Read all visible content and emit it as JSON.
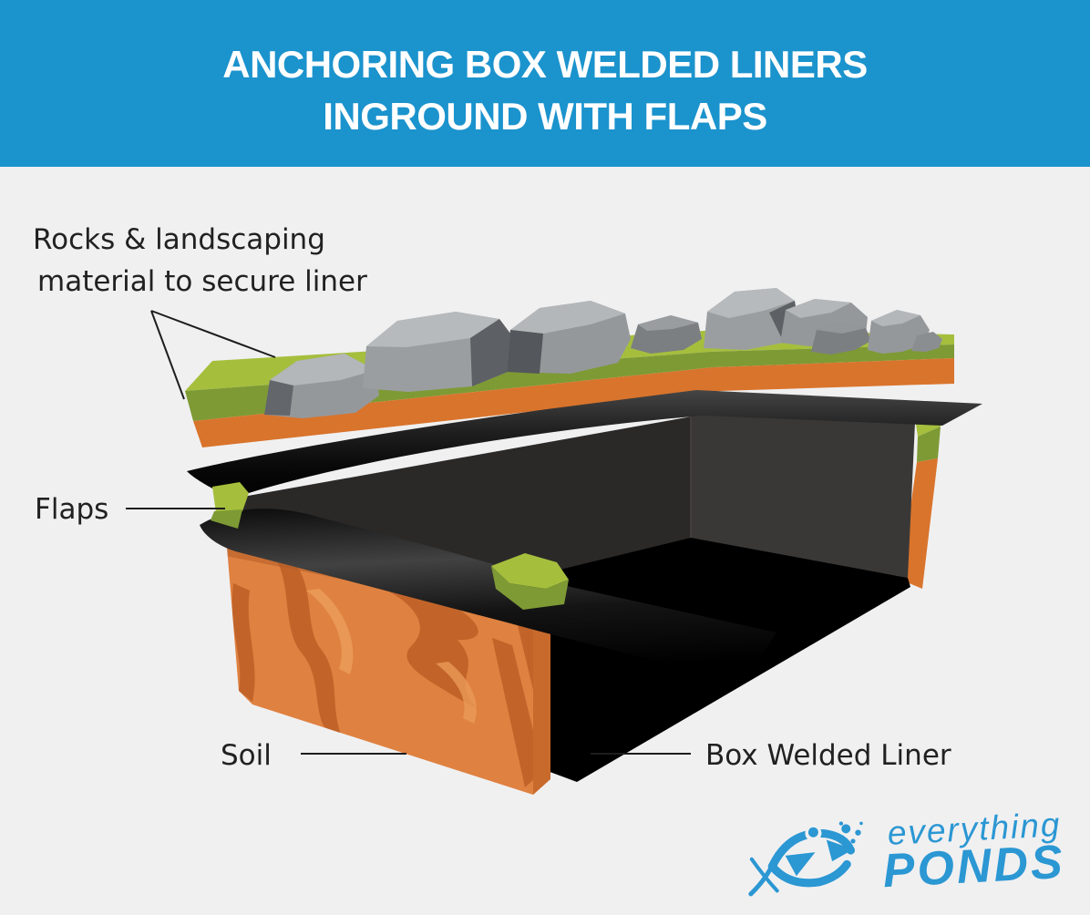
{
  "header": {
    "title_line1": "ANCHORING BOX WELDED LINERS",
    "title_line2": "INGROUND WITH FLAPS"
  },
  "labels": {
    "rocks_line1": "Rocks & landscaping",
    "rocks_line2": "material to secure liner",
    "flaps": "Flaps",
    "soil": "Soil",
    "box_welded_liner": "Box Welded Liner"
  },
  "logo": {
    "top_word": "everything",
    "bottom_word": "PONDS"
  },
  "colors": {
    "header_background": "#1b93cd",
    "page_background": "#f0f0f1",
    "title_text": "#ffffff",
    "label_text": "#212121",
    "grass_light_green": "#a5bf3d",
    "grass_dark_green": "#7e9a35",
    "soil_edge_orange": "#d9742c",
    "soil_face_orange": "#df8140",
    "soil_grain_brown": "#c2642a",
    "liner_black": "#0d0d0d",
    "pit_wall_gray": "#3a3837",
    "rock_gray_light": "#b4b7b9",
    "rock_gray_mid": "#95989b",
    "rock_gray_dark": "#63666a",
    "logo_blue": "#2b97d3"
  }
}
